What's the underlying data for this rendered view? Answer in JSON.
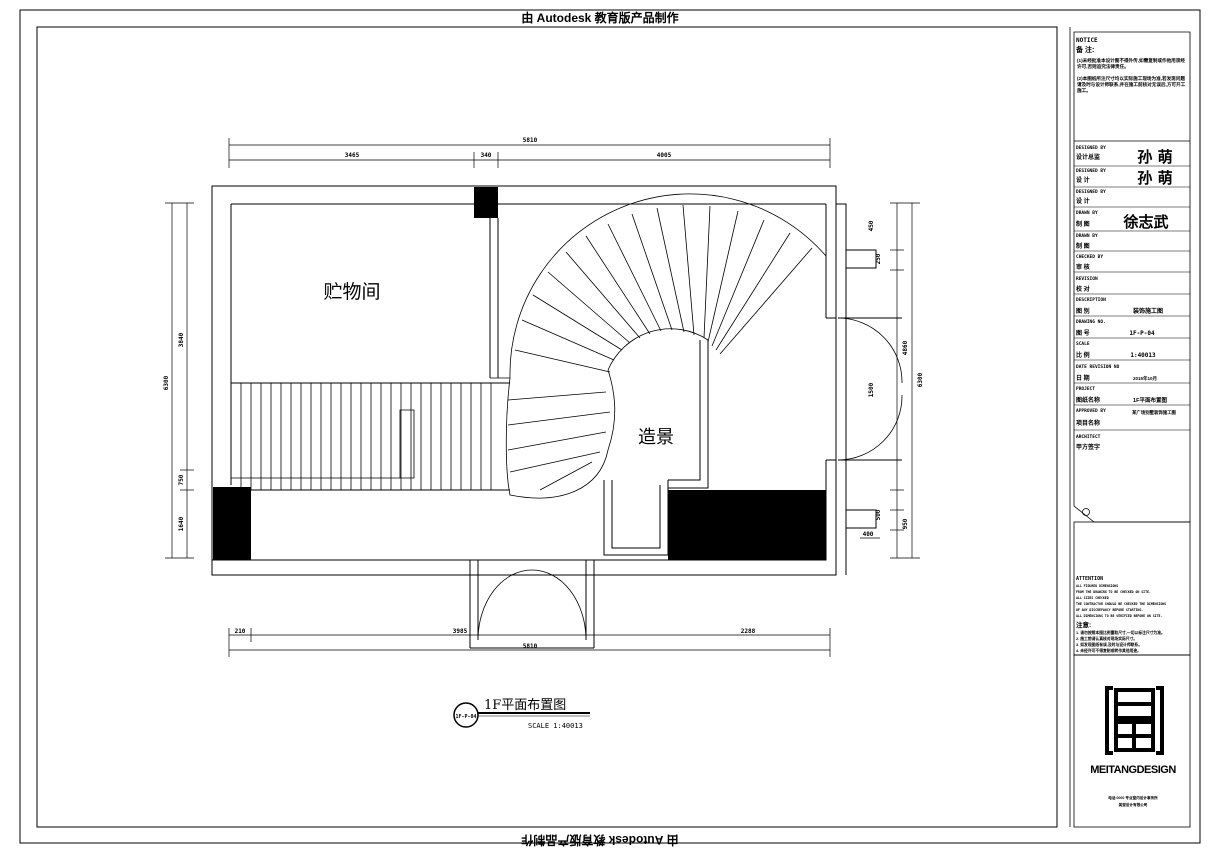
{
  "watermark": {
    "top": "由 Autodesk 教育版产品制作",
    "bottom": "由 Autodesk 教育版产品制作"
  },
  "rooms": {
    "storage": "贮物间",
    "landscape": "造景"
  },
  "dims": {
    "top_total": "5810",
    "top_a": "3465",
    "top_b": "340",
    "top_c": "4005",
    "left_total": "6300",
    "left_a": "3840",
    "left_b": "750",
    "left_c": "1640",
    "right_total": "6300",
    "right_a": "450",
    "right_b": "250",
    "right_c": "4860",
    "right_d": "1500",
    "right_e": "500",
    "right_f": "950",
    "right_g": "400",
    "bottom_a": "210",
    "bottom_b": "3985",
    "bottom_c": "2288",
    "bottom_total": "5810"
  },
  "drawing_title": {
    "badge": "1F-P-04",
    "name": "1F平面布置图",
    "scale": "SCALE  1:40013"
  },
  "title_block": {
    "notice_en": "NOTICE",
    "notice_cn": "备 注:",
    "notice_1": "(1)未经批准本设计图不得外传,如需复制或作他用须经许可,否则追究法律责任。",
    "notice_2": "(2)本图纸所注尺寸均以实际施工现场为准,若发现问题请及时与设计师联系,并在施工前核对无误后,方可开工施工。",
    "rows": [
      {
        "en": "DESIGNED BY",
        "cn": "设计总监",
        "val": "孙 萌"
      },
      {
        "en": "DESIGNED BY",
        "cn": "设  计",
        "val": "孙 萌"
      },
      {
        "en": "DESIGNED BY",
        "cn": "设  计",
        "val": ""
      },
      {
        "en": "DRAWN  BY",
        "cn": "制  图",
        "val": "徐志武"
      },
      {
        "en": "DRAWN  BY",
        "cn": "制  图",
        "val": ""
      },
      {
        "en": "CHECKED  BY",
        "cn": "审  核",
        "val": ""
      },
      {
        "en": "REVISION",
        "cn": "校  对",
        "val": ""
      },
      {
        "en": "DESCRIPTION",
        "cn": "图  别",
        "val": "装饰施工图"
      },
      {
        "en": "DRAWING NO.",
        "cn": "图  号",
        "val": "1F-P-04"
      },
      {
        "en": "SCALE",
        "cn": "比  例",
        "val": "1:40013"
      },
      {
        "en": "DATE REVISION  NO",
        "cn": "日  期",
        "val": "2015年10月"
      },
      {
        "en": "PROJECT",
        "cn": "图纸名称",
        "val": "1F平面布置图"
      },
      {
        "en": "APPROVED BY",
        "cn": "项目名称",
        "val": "某广场别墅装饰施工图"
      },
      {
        "en": "ARCHITECT",
        "cn": "甲方签字",
        "val": ""
      }
    ],
    "attention_en": "ATTENTION",
    "attention_lines": [
      "ALL FIGURED DIMENSIONS",
      "FROM THE DRAWING TO BE CHECKED ON SITE.",
      "ALL SIZES CHECKED",
      "THE CONTRACTOR SHOULD BE CHECKED THE DIMENSIONS",
      "OF ANY DISCREPANCY BEFORE STARTING.",
      "ALL DIMENSIONS TO BE VERIFIED BEFORE ON SITE."
    ],
    "attention_cn": "注意:",
    "attention_cn_lines": [
      "1. 请勿按照本图比例量取尺寸,一切以标注尺寸为准。",
      "2. 施工前请认真核对现场实际尺寸。",
      "3. 如发现图纸有误,及时与设计师联系。",
      "4. 未经许可不得复制或转作其他用途。"
    ],
    "logo_text": "MEITANGDESIGN",
    "logo_sub1": "电话 0000  专业室内设计事务所",
    "logo_sub2": "美堂设计有限公司"
  }
}
